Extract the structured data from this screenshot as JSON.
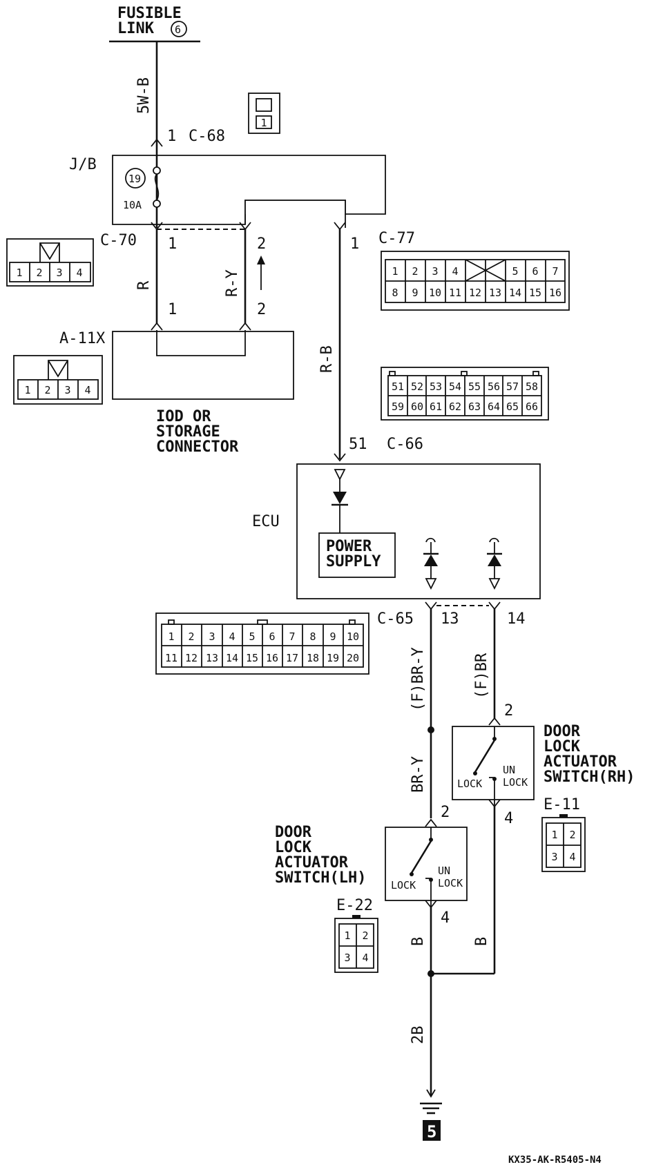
{
  "fusible_link": {
    "line1": "FUSIBLE",
    "line2": "LINK",
    "num": "6"
  },
  "wires": {
    "supply": "5W-B",
    "c70_1": "R",
    "c70_2": "R-Y",
    "rb": "R-B",
    "br_y_f": "(F)BR-Y",
    "br_f": "(F)BR",
    "br_y": "BR-Y",
    "b_left": "B",
    "b_right": "B",
    "ground": "2B"
  },
  "connectors": {
    "c68": {
      "name": "C-68",
      "pin": "1",
      "icon_pin": "1"
    },
    "c70": {
      "name": "C-70",
      "pin_a": "1",
      "pin_b": "2",
      "pins": [
        "1",
        "2",
        "3",
        "4"
      ]
    },
    "c77": {
      "name": "C-77",
      "pin": "1",
      "row1": [
        "1",
        "2",
        "3",
        "4",
        "5",
        "6",
        "7"
      ],
      "row2": [
        "8",
        "9",
        "10",
        "11",
        "12",
        "13",
        "14",
        "15",
        "16"
      ]
    },
    "a11x": {
      "name": "A-11X",
      "pin_a": "1",
      "pin_b": "2",
      "pins": [
        "1",
        "2",
        "3",
        "4"
      ]
    },
    "c66": {
      "name": "C-66",
      "pin": "51",
      "row1": [
        "51",
        "52",
        "53",
        "54",
        "55",
        "56",
        "57",
        "58"
      ],
      "row2": [
        "59",
        "60",
        "61",
        "62",
        "63",
        "64",
        "65",
        "66"
      ]
    },
    "c65": {
      "name": "C-65",
      "pin_a": "13",
      "pin_b": "14",
      "row1": [
        "1",
        "2",
        "3",
        "4",
        "5",
        "6",
        "7",
        "8",
        "9",
        "10"
      ],
      "row2": [
        "11",
        "12",
        "13",
        "14",
        "15",
        "16",
        "17",
        "18",
        "19",
        "20"
      ]
    },
    "e11": {
      "name": "E-11",
      "pin_top": "2",
      "pin_bottom": "4",
      "pins": [
        "1",
        "2",
        "3",
        "4"
      ]
    },
    "e22": {
      "name": "E-22",
      "pin_top": "2",
      "pin_bottom": "4",
      "pins": [
        "1",
        "2",
        "3",
        "4"
      ]
    }
  },
  "jb": {
    "label": "J/B",
    "fuse_num": "19",
    "fuse_amp": "10A"
  },
  "iod": {
    "line1": "IOD OR",
    "line2": "STORAGE",
    "line3": "CONNECTOR"
  },
  "ecu": {
    "label": "ECU",
    "power1": "POWER",
    "power2": "SUPPLY"
  },
  "switch_rh": {
    "l1": "DOOR",
    "l2": "LOCK",
    "l3": "ACTUATOR",
    "l4": "SWITCH(RH)",
    "lock": "LOCK",
    "un": "UN",
    "unlock": "LOCK"
  },
  "switch_lh": {
    "l1": "DOOR",
    "l2": "LOCK",
    "l3": "ACTUATOR",
    "l4": "SWITCH(LH)",
    "lock": "LOCK",
    "un": "UN",
    "unlock": "LOCK"
  },
  "ground": {
    "num": "5"
  },
  "footer": {
    "code": "KX35-AK-R5405-N4"
  }
}
